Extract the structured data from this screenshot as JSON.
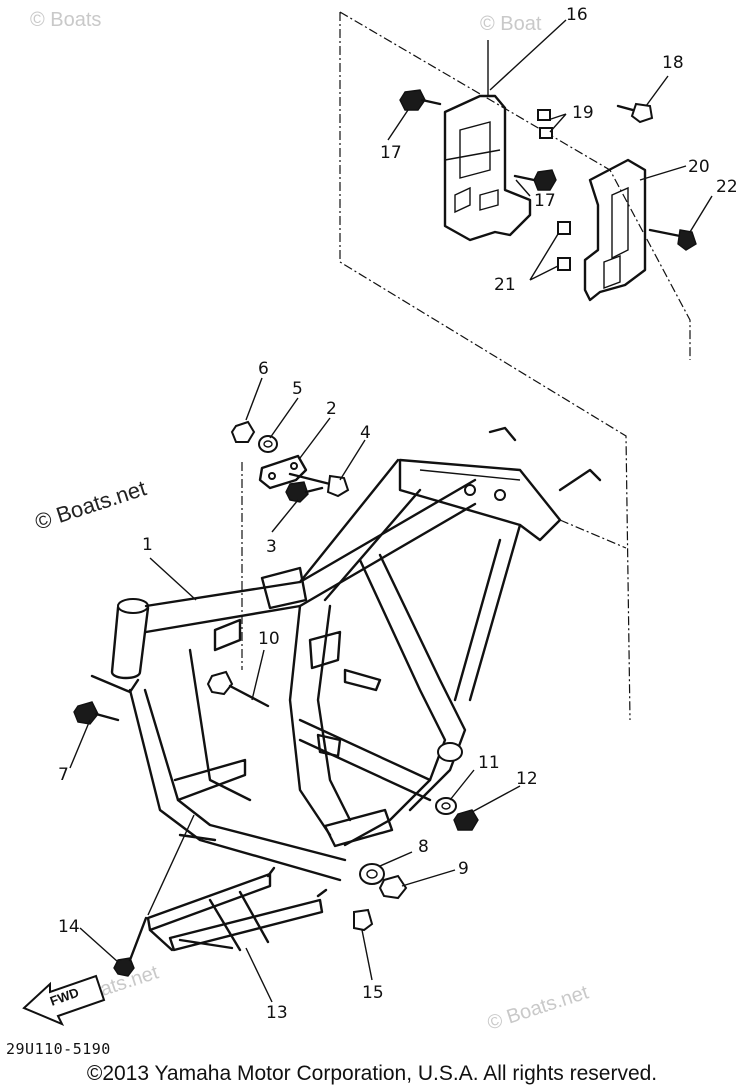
{
  "watermarks": {
    "top_left": "© Boats",
    "top_right": "© Boat",
    "middle": "© Boats.net",
    "bottom_left": "© Boats.net",
    "bottom_right": "© Boats.net"
  },
  "callouts": [
    "1",
    "2",
    "3",
    "4",
    "5",
    "6",
    "7",
    "8",
    "9",
    "10",
    "11",
    "12",
    "13",
    "14",
    "15",
    "16",
    "17",
    "17",
    "18",
    "19",
    "20",
    "21",
    "22"
  ],
  "fwd_label": "FWD",
  "diagram_code": "29U110-5190",
  "copyright": "©2013 Yamaha Motor Corporation, U.S.A. All rights reserved."
}
